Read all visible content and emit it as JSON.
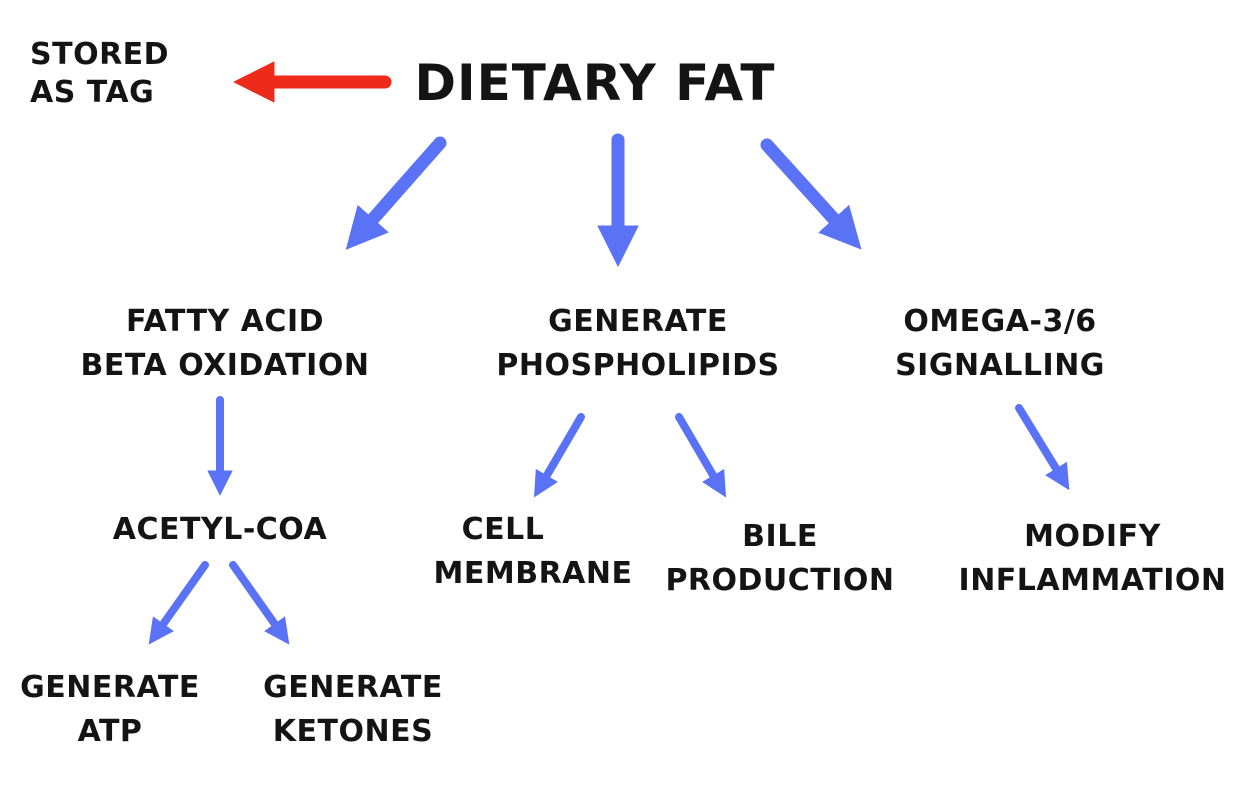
{
  "title": "DIETARY FAT",
  "colors": {
    "storage_arrow": "#ee2a1b",
    "pathway_arrow": "#5a72f5",
    "text": "#141414"
  },
  "nodes": {
    "stored": [
      "STORED",
      "AS TAG"
    ],
    "beta_oxidation": [
      "FATTY ACID",
      "BETA OXIDATION"
    ],
    "phospholipids": [
      "GENERATE",
      "PHOSPHOLIPIDS"
    ],
    "omega": [
      "OMEGA-3/6",
      "SIGNALLING"
    ],
    "acetyl_coa": "ACETYL-COA",
    "cell_membrane": [
      "CELL",
      "MEMBRANE"
    ],
    "bile": [
      "BILE",
      "PRODUCTION"
    ],
    "inflammation": [
      "MODIFY",
      "INFLAMMATION"
    ],
    "atp": [
      "GENERATE",
      "ATP"
    ],
    "ketones": [
      "GENERATE",
      "KETONES"
    ]
  }
}
